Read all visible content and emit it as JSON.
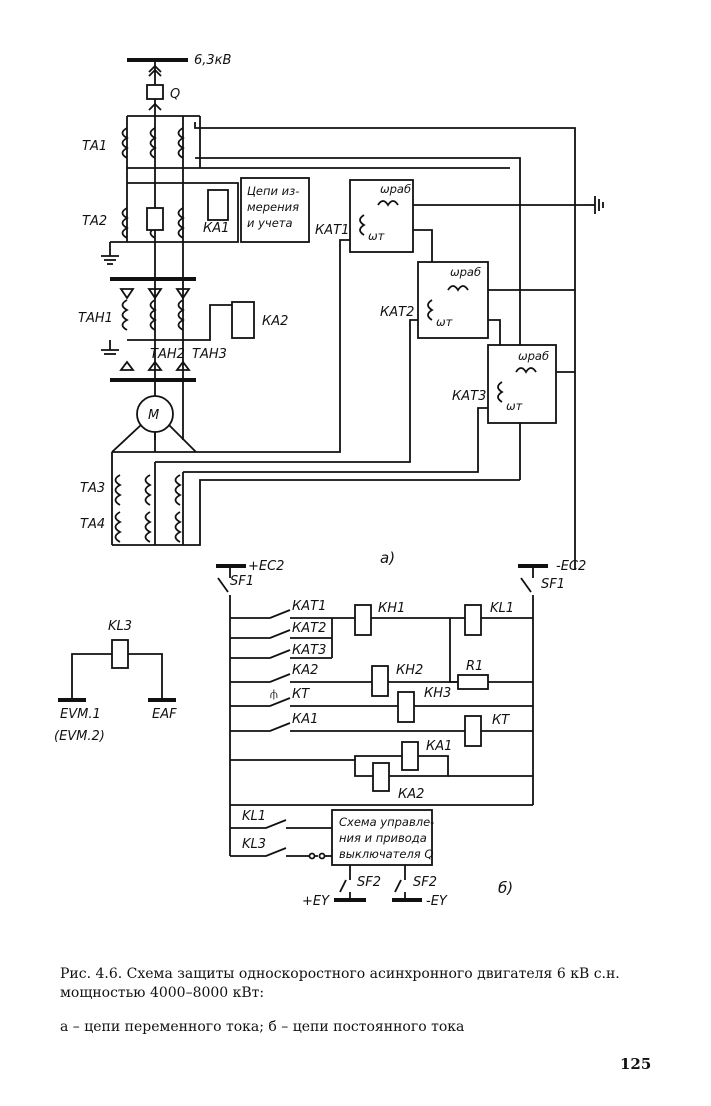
{
  "diagram_a": {
    "bus_label": "6,3кВ",
    "breaker_label": "Q",
    "ta1": "ТА1",
    "ta2": "ТА2",
    "circuits_l1": "Цепи из-",
    "circuits_l2": "мерения",
    "circuits_l3": "и учета",
    "ka1": "КА1",
    "kat1": "КАТ1",
    "kat2": "КАТ2",
    "kat3": "КАТ3",
    "w_rab": "ωраб",
    "w_t": "ωт",
    "tan1": "ТАН1",
    "tan2": "ТАН2",
    "tan3": "ТАН3",
    "ka2": "КА2",
    "motor": "М",
    "ta3": "ТА3",
    "ta4": "ТА4",
    "part_label": "а)"
  },
  "diagram_b": {
    "plus_ec2": "+ЕС2",
    "minus_ec2": "-ЕС2",
    "sf1_left": "SF1",
    "sf1_right": "SF1",
    "kat1": "КАТ1",
    "kat2": "КАТ2",
    "kat3": "КАТ3",
    "ka2": "КА2",
    "kt_contact": "КТ",
    "ka1": "КА1",
    "kh1": "КН1",
    "kh2": "КН2",
    "kh3": "КН3",
    "kl1_coil": "KL1",
    "r1": "R1",
    "kt_coil": "КТ",
    "ka1_coil": "КА1",
    "ka2_coil": "КА2",
    "kl1_contact": "KL1",
    "kl3_contact": "KL3",
    "ctrl_l1": "Схема управле-",
    "ctrl_l2": "ния и привода",
    "ctrl_l3": "выключателя Q",
    "sf2_left": "SF2",
    "sf2_right": "SF2",
    "plus_ey": "+ЕY",
    "minus_ey": "-ЕY",
    "part_label": "б)"
  },
  "diagram_kl3": {
    "coil": "KL3",
    "evm1": "EVM.1",
    "evm2": "(EVM.2)",
    "eaf": "EAF"
  },
  "caption": {
    "text": "Рис. 4.6. Схема защиты односкоростного асинхронного двигателя 6 кВ с.н. мощностью 4000–8000 кВт:",
    "legend": "а – цепи переменного тока; б – цепи постоянного тока"
  },
  "page_number": "125"
}
